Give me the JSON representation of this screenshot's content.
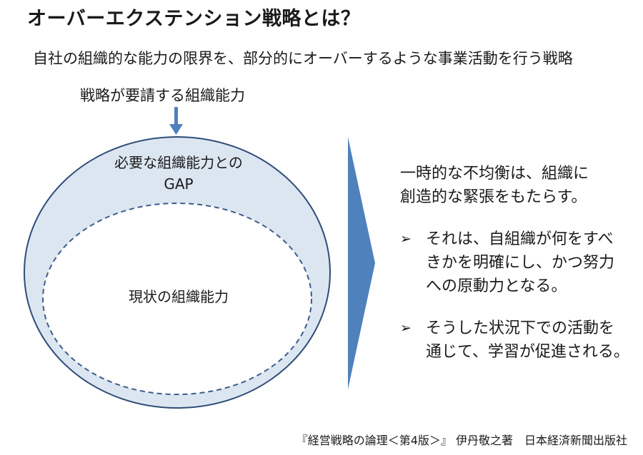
{
  "title": "オーバーエクステンション戦略とは？",
  "subtitle": "自社の組織的な能力の限界を、部分的にオーバーするような事業活動を行う戦略",
  "diagram": {
    "demand_label": "戦略が要請する組織能力",
    "gap_label_line1": "必要な組織能力との",
    "gap_label_line2": "GAP",
    "current_label": "現状の組織能力",
    "colors": {
      "outer_fill": "#dce6f1",
      "outline": "#2f4d78",
      "inner_dash": "#3d5c8c",
      "arrow": "#4f81bd"
    }
  },
  "explanation": {
    "lead_line1": "一時的な不均衡は、組織に",
    "lead_line2": "創造的な緊張をもたらす。",
    "bullets": [
      {
        "mark": "➢",
        "lines": [
          "それは、自組織が何をすべ",
          "きかを明確にし、かつ努力",
          "への原動力となる。"
        ]
      },
      {
        "mark": "➢",
        "lines": [
          "そうした状況下での活動を",
          "通じて、学習が促進される。"
        ]
      }
    ]
  },
  "citation": "『経営戦略の論理＜第4版＞』 伊丹敬之著　日本経済新聞出版社"
}
